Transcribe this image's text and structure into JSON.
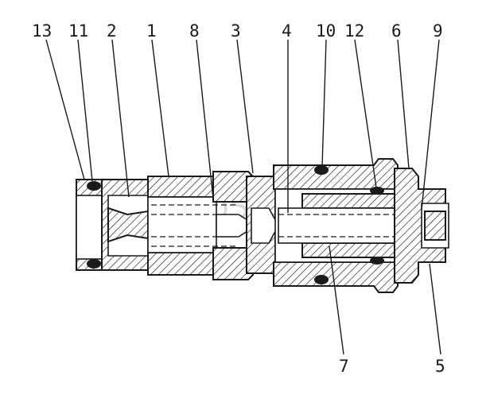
{
  "diagram": {
    "callouts": {
      "c13": "13",
      "c11": "11",
      "c2": "2",
      "c1": "1",
      "c8": "8",
      "c3": "3",
      "c4": "4",
      "c10": "10",
      "c12": "12",
      "c6": "6",
      "c9": "9",
      "c7": "7",
      "c5": "5"
    },
    "watermark": "AutoSoft"
  }
}
